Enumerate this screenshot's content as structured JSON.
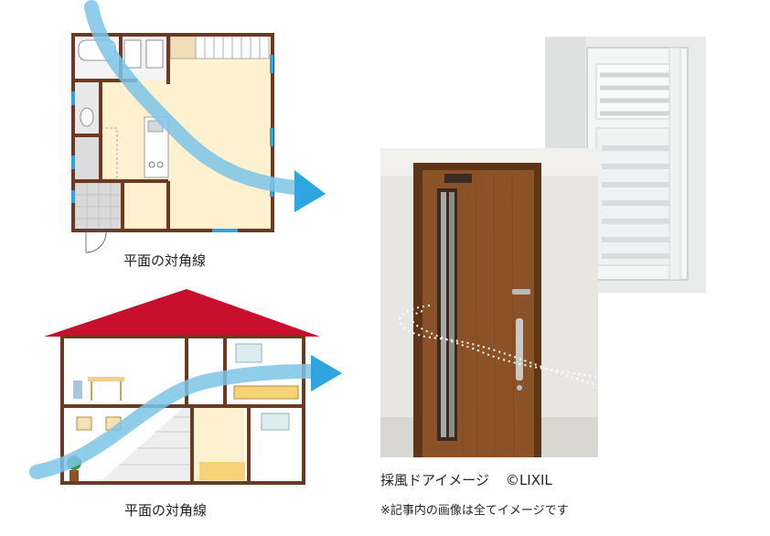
{
  "floor_plan": {
    "caption": "平面の対角線"
  },
  "house_section": {
    "caption": "平面の対角線"
  },
  "door_photo": {
    "caption": "採風ドアイメージ",
    "credit": "©LIXIL"
  },
  "footnote": "※記事内の画像は全てイメージです",
  "colors": {
    "wall": "#6b3a22",
    "floor": "#fdf1cf",
    "roof": "#c8102e",
    "airflow": "#7cc4e8",
    "arrow": "#2fa5df",
    "door_wood": "#8a5226",
    "window_frame": "#eef0f0"
  }
}
